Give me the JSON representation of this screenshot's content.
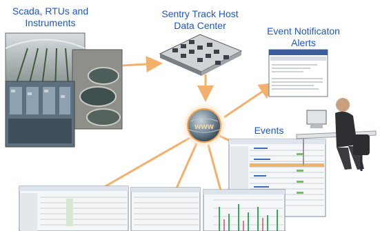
{
  "labels": {
    "scada": [
      "Scada, RTUs and",
      "Instruments"
    ],
    "host": [
      "Sentry Track Host",
      "Data Center"
    ],
    "alerts": [
      "Event Notificaton",
      "Alerts"
    ],
    "events": "Events"
  },
  "hub": {
    "text": "www"
  },
  "icons": {
    "scada_photos": "industrial-site-photo-collage",
    "data_center": "server-room-icon",
    "email": "email-window-icon",
    "person": "person-at-desk-icon",
    "reports": "report-screenshots"
  },
  "colors": {
    "label": "#1f56c7",
    "arrow": "#f3b06b",
    "hub_glow": "#f5a54c",
    "hub_globe": "#6a7f8f"
  }
}
